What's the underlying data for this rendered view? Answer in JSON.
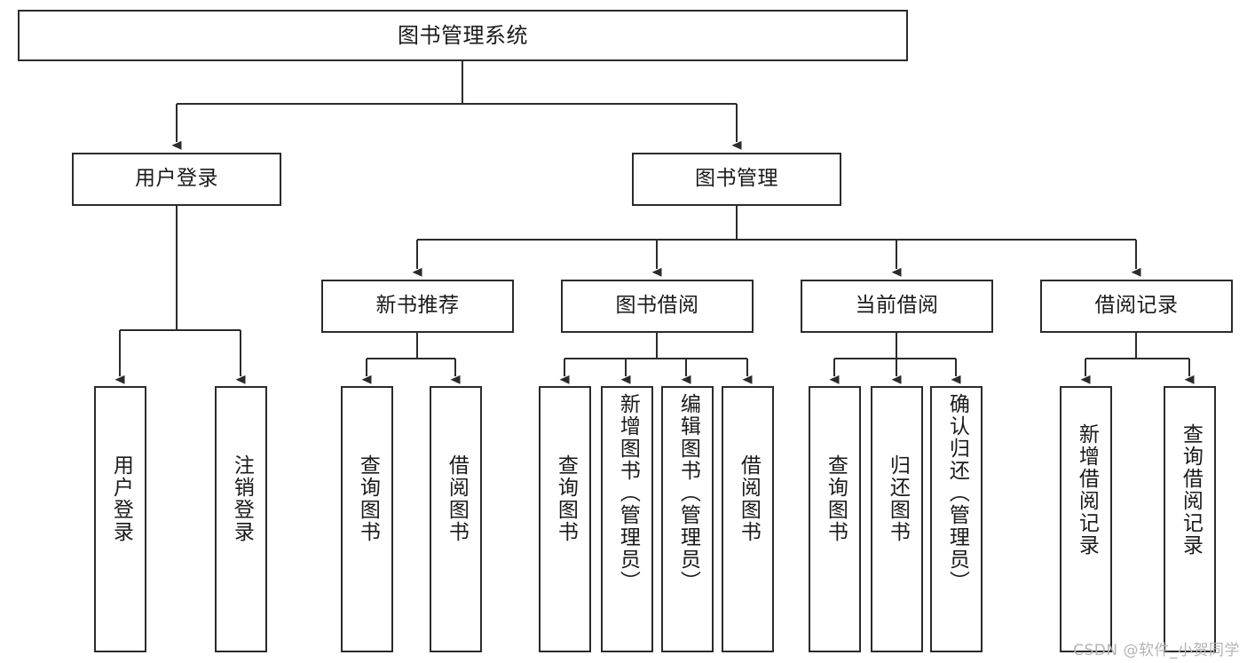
{
  "diagram": {
    "title": "图书管理系统",
    "type": "tree-hierarchy",
    "watermark": "CSDN @软件_小贺同学",
    "colors": {
      "box_border": "#2b2b2b",
      "box_fill": "#ffffff",
      "edge": "#2b2b2b",
      "text": "#1a1a1a",
      "watermark": "#b4b4b4"
    },
    "root": {
      "label": "图书管理系统"
    },
    "level2": [
      {
        "label": "用户登录"
      },
      {
        "label": "图书管理"
      }
    ],
    "level3": [
      {
        "label": "新书推荐"
      },
      {
        "label": "图书借阅"
      },
      {
        "label": "当前借阅"
      },
      {
        "label": "借阅记录"
      }
    ],
    "leaves": {
      "user_login": [
        {
          "label": "用户登录"
        },
        {
          "label": "注销登录"
        }
      ],
      "new_book_recommend": [
        {
          "label": "查询图书"
        },
        {
          "label": "借阅图书"
        }
      ],
      "book_borrow": [
        {
          "label": "查询图书"
        },
        {
          "label": "新增图书（管理员）"
        },
        {
          "label": "编辑图书（管理员）"
        },
        {
          "label": "借阅图书"
        }
      ],
      "current_borrow": [
        {
          "label": "查询图书"
        },
        {
          "label": "归还图书"
        },
        {
          "label": "确认归还（管理员）"
        }
      ],
      "borrow_record": [
        {
          "label": "新增借阅记录"
        },
        {
          "label": "查询借阅记录"
        }
      ]
    }
  }
}
